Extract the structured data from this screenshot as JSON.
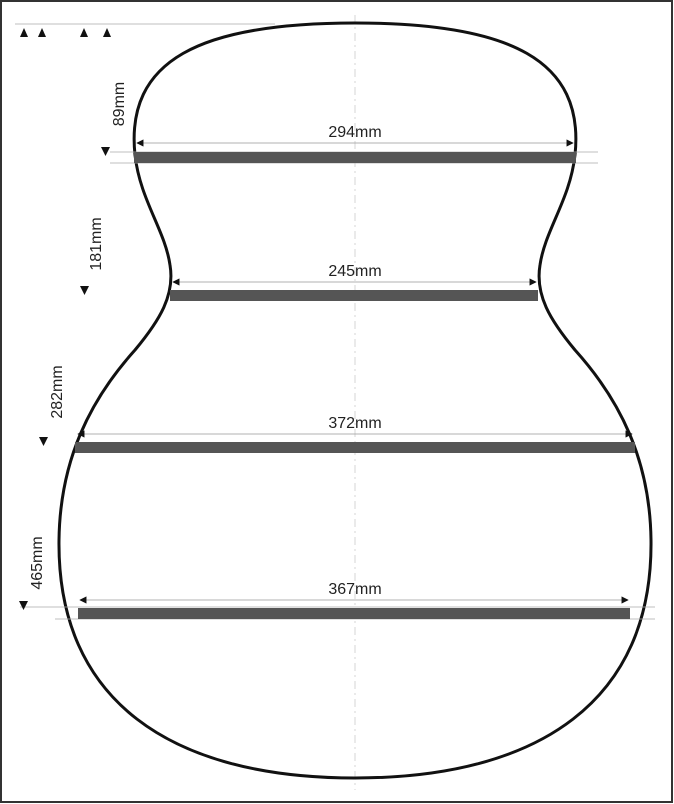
{
  "diagram": {
    "widths": [
      {
        "id": "upper-bout",
        "label": "294mm"
      },
      {
        "id": "waist",
        "label": "245mm"
      },
      {
        "id": "lower-mid",
        "label": "372mm"
      },
      {
        "id": "lower-bout",
        "label": "367mm"
      }
    ],
    "depths": [
      {
        "id": "upper-bout",
        "label": "89mm"
      },
      {
        "id": "waist",
        "label": "181mm"
      },
      {
        "id": "lower-mid",
        "label": "282mm"
      },
      {
        "id": "lower-bout",
        "label": "465mm"
      }
    ],
    "colors": {
      "outline": "#111111",
      "bar": "#555555",
      "guide": "#aaaaaa",
      "frame": "#333333"
    }
  }
}
